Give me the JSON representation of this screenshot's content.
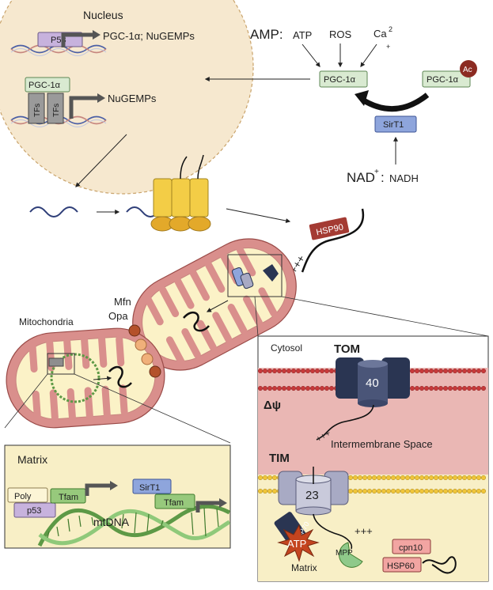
{
  "nucleus": {
    "title": "Nucleus",
    "p53": "P53",
    "p53_target": "PGC-1α; NuGEMPs",
    "pgc_box": "PGC-1α",
    "tf1": "TFs",
    "tf2": "TFs",
    "tfs_target": "NuGEMPs"
  },
  "signals": {
    "amp": "AMP:",
    "atp": "ATP",
    "ros": "ROS",
    "ca": "Ca",
    "ca_sup": "2",
    "ca_plus": "+",
    "pgc1": "PGC-1α",
    "pgc2": "PGC-1α",
    "ac": "Ac",
    "sirt1": "SirT1",
    "nad": "NAD",
    "nad_sup": "+",
    "nad_colon": ":",
    "nadh": "NADH"
  },
  "cytoplasm": {
    "hsp90": "HSP90",
    "plus": "+++"
  },
  "mito": {
    "label": "Mitochondria",
    "mfn": "Mfn",
    "opa": "Opa"
  },
  "matrix_inset": {
    "title": "Matrix",
    "poly": "Poly",
    "p53": "p53",
    "tfam1": "Tfam",
    "sirt1": "SirT1",
    "tfam2": "Tfam",
    "mtdna": "mtDNA"
  },
  "import_inset": {
    "cytosol": "Cytosol",
    "tom": "TOM",
    "tom40": "40",
    "delta_psi": "Δψ",
    "plus1": "+++",
    "ims": "Intermembrane Space",
    "tim": "TIM",
    "tim23": "23",
    "mthsp70": "mtHSP70",
    "atp": "ATP",
    "plus2": "+++",
    "mpp": "MPP",
    "cpn10": "cpn10",
    "hsp60": "HSP60",
    "matrix": "Matrix"
  },
  "colors": {
    "nucleus_fill": "#f6e8cf",
    "mito_fill": "#d98f8c",
    "mito_inner": "#fbf2c7",
    "inset_fill": "#f8efc6",
    "ims_fill": "#eab7b4",
    "pgc_fill": "#d9ead1",
    "p53_fill": "#c7b2dd",
    "sirt_fill": "#8ea5dc",
    "hsp_fill": "#a43b33",
    "ac_fill": "#8c2b22",
    "receptor_fill": "#f3cd46",
    "tom_fill": "#2a3552",
    "tim_fill": "#a8aac4",
    "tfam_fill": "#97c97c",
    "atp_fill": "#c4441f",
    "mpp_fill": "#8fc98a",
    "chaperone_fill": "#f2a5a2",
    "dna_blue": "#4b5fa5",
    "dna_red": "#c7877f",
    "dna_green": "#5d9946"
  }
}
